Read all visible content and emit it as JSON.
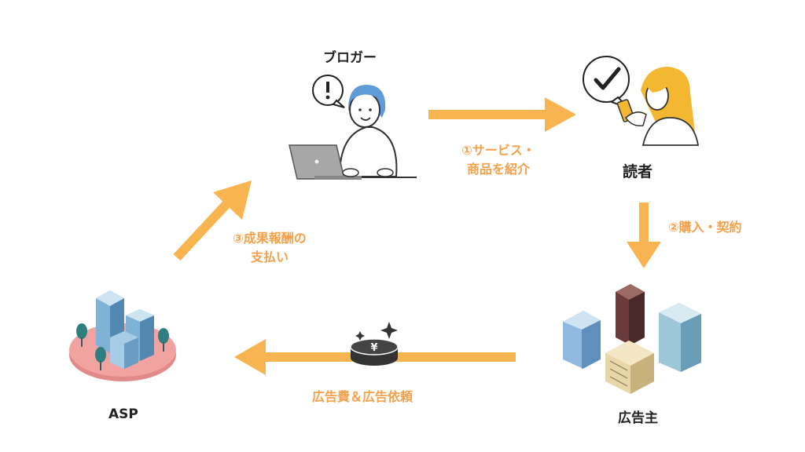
{
  "nodes": {
    "blogger": "ブロガー",
    "reader": "読者",
    "advertiser": "広告主",
    "asp": "ASP"
  },
  "steps": {
    "step1_line1": "①サービス・",
    "step1_line2": "商品を紹介",
    "step2": "②購入・契約",
    "step3_line1": "③成果報酬の",
    "step3_line2": "支払い",
    "step4": "広告費＆広告依頼"
  },
  "coin_symbol": "¥",
  "colors": {
    "arrow": "#f9b452",
    "label_orange": "#f5a04a",
    "text": "#222222"
  },
  "icons": [
    "exclamation-bubble-icon",
    "check-bubble-icon",
    "yen-coin-icon"
  ]
}
